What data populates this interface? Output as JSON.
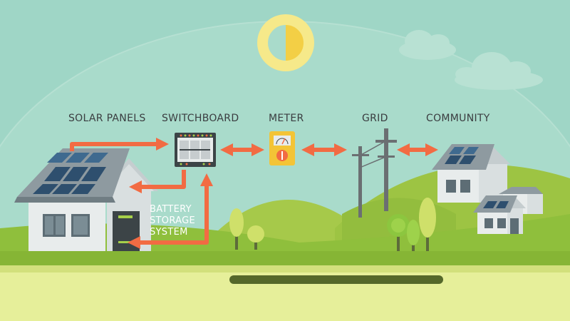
{
  "labels": {
    "solar_panels": "SOLAR PANELS",
    "switchboard": "SWITCHBOARD",
    "meter": "METER",
    "grid": "GRID",
    "community": "COMMUNITY",
    "battery_line1": "BATTERY",
    "battery_line2": "STORAGE",
    "battery_line3": "SYSTEM"
  },
  "colors": {
    "sky": "#9fd6c6",
    "arrow": "#f26b43",
    "grass": "#8fbf3c",
    "ground": "#e6ef9a",
    "sun_outer": "#f6e98a",
    "sun_inner": "#f3cf45",
    "house_wall": "#e8ecec",
    "roof": "#8e9aa0",
    "panel": "#2e4f6e"
  }
}
